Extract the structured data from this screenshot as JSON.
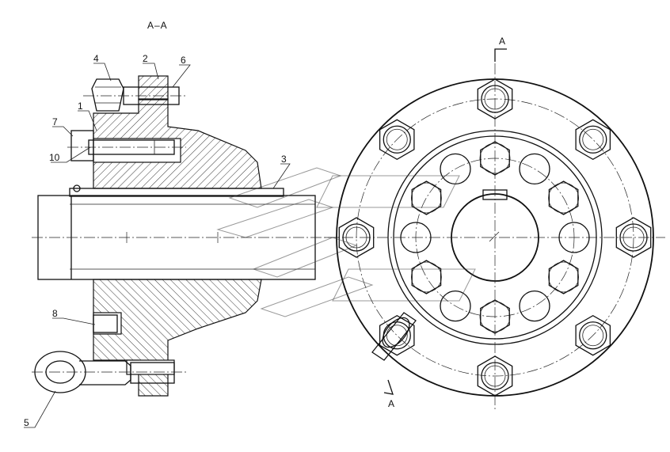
{
  "title": "A–A",
  "section_mark": "A",
  "callouts": [
    {
      "id": "1",
      "text": "1"
    },
    {
      "id": "2",
      "text": "2"
    },
    {
      "id": "3",
      "text": "3"
    },
    {
      "id": "4",
      "text": "4"
    },
    {
      "id": "5",
      "text": "5"
    },
    {
      "id": "6",
      "text": "6"
    },
    {
      "id": "7",
      "text": "7"
    },
    {
      "id": "8",
      "text": "8"
    },
    {
      "id": "10",
      "text": "10"
    }
  ],
  "colors": {
    "line": "#111111",
    "background": "#ffffff"
  }
}
